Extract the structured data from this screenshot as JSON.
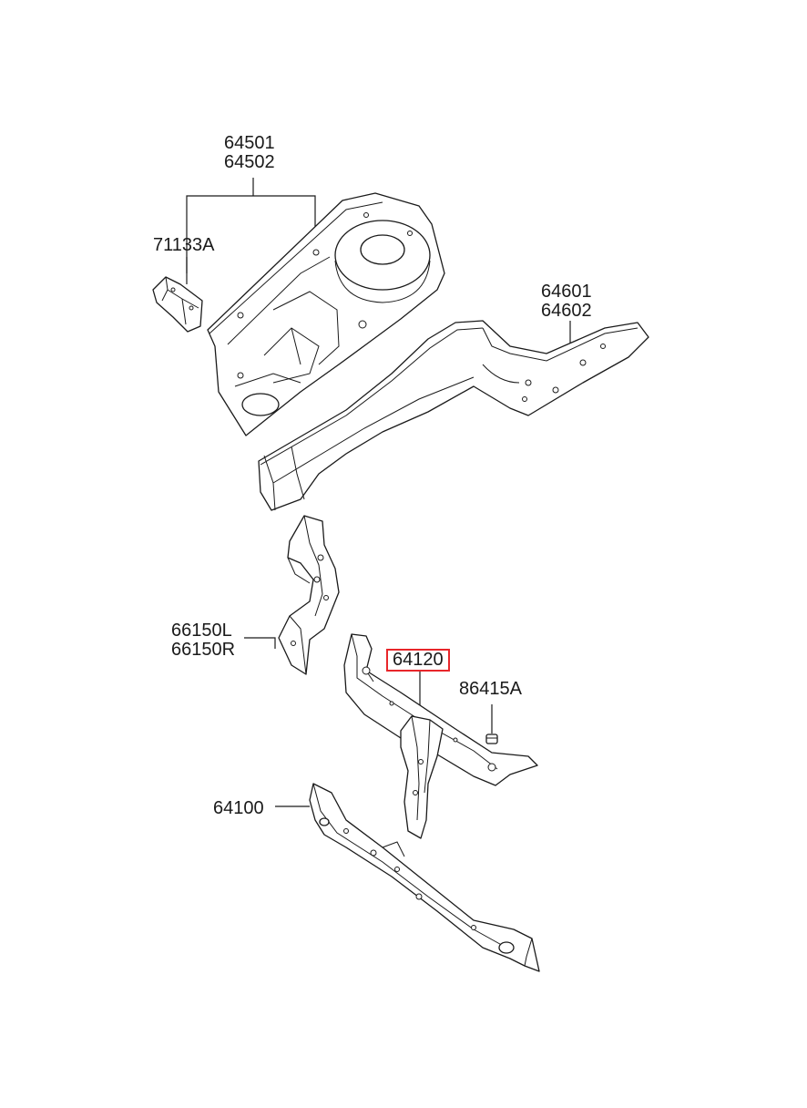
{
  "labels": {
    "p64501": "64501",
    "p64502": "64502",
    "p71133A": "71133A",
    "p64601": "64601",
    "p64602": "64602",
    "p66150L": "66150L",
    "p66150R": "66150R",
    "p64120": "64120",
    "p86415A": "86415A",
    "p64100": "64100"
  },
  "colors": {
    "highlight_border": "#e8262a",
    "line": "#1a1a1a"
  }
}
